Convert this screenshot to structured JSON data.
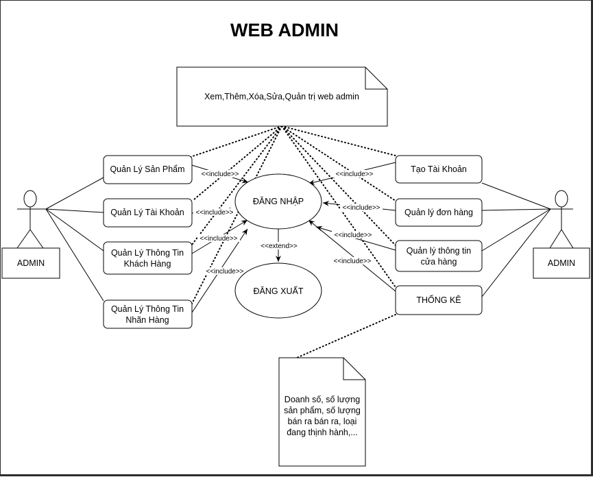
{
  "title": "WEB ADMIN",
  "notes": {
    "top": "Xem,Thêm,Xóa,Sửa,Quản trị web admin",
    "bottom": [
      "Doanh số, số lượng",
      "sản phẩm, số lượng",
      "bán ra bán ra, loại",
      "đang thịnh hành,..."
    ]
  },
  "actors": {
    "left": "ADMIN",
    "right": "ADMIN"
  },
  "left_use_cases": [
    [
      "Quản Lý Sản Phẩm"
    ],
    [
      "Quản Lý Tài Khoản"
    ],
    [
      "Quản Lý Thông Tin",
      "Khách Hàng"
    ],
    [
      "Quản Lý Thông Tin",
      "Nhãn Hàng"
    ]
  ],
  "right_use_cases": [
    [
      "Tạo Tài Khoản"
    ],
    [
      "Quản lý đơn hàng"
    ],
    [
      "Quản lý thông tin",
      "cửa hàng"
    ],
    [
      "THỐNG KÊ"
    ]
  ],
  "center": {
    "login": "ĐĂNG NHẬP",
    "logout": "ĐĂNG XUẤT"
  },
  "relations": {
    "include": "<<include>>",
    "extend": "<<extend>>"
  }
}
